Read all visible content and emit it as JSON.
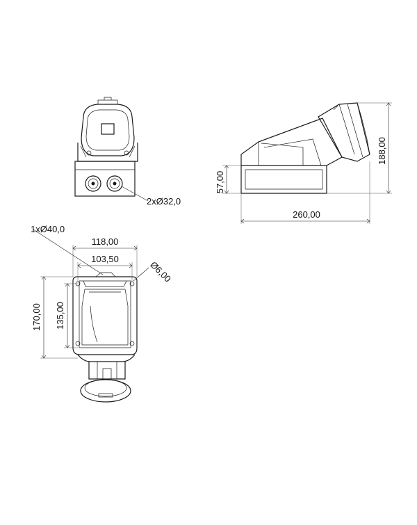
{
  "dimensions": {
    "glands": "2xØ32,0",
    "total_length": "260,00",
    "total_height": "188,00",
    "base_height": "57,00",
    "cable_entry": "1xØ40,0",
    "width_outer": "118,00",
    "width_inner": "103,50",
    "hole_dia": "Ø6,00",
    "height_outer": "170,00",
    "height_inner": "135,00"
  }
}
